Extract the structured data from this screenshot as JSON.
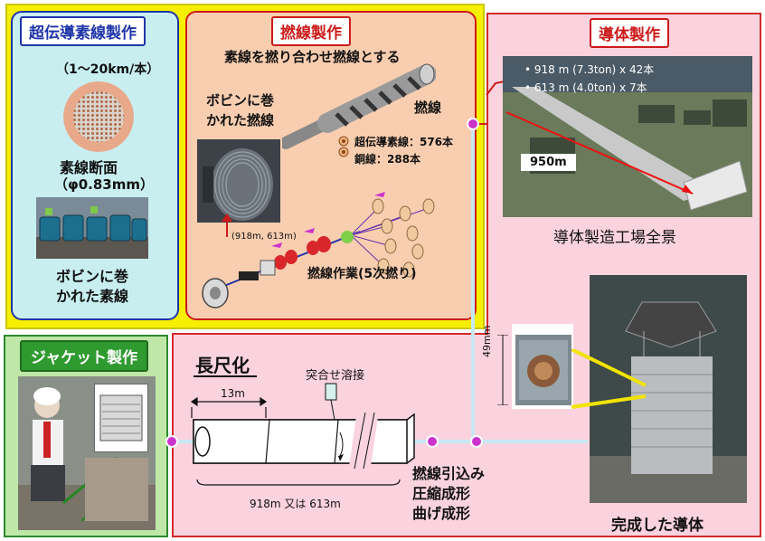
{
  "strand_panel": {
    "title": "超伝導素線製作",
    "length_note": "（1～20km/本）",
    "cross_section_label": "素線断面",
    "diameter_label": "（φ0.83mm）",
    "bobbin_label_line1": "ボビンに巻",
    "bobbin_label_line2": "かれた素線"
  },
  "cable_panel": {
    "title": "撚線製作",
    "subtitle": "素線を撚り合わせ撚線とする",
    "cable_label": "撚線",
    "bobbin_label_line1": "ボビンに巻",
    "bobbin_label_line2": "かれた撚線",
    "sc_strand_count": "超伝導素線：576本",
    "cu_strand_count": "銅線：288本",
    "lengths_note": "(918m, 613m)",
    "process_label": "撚線作業(5次撚り)"
  },
  "conductor_panel": {
    "title": "導体製作",
    "spec_line1": "918 m (7.3ton) x  42本",
    "spec_line2": "613 m (4.0ton) x   7本",
    "distance_label": "950m",
    "factory_caption": "導体製造工場全景",
    "dimension_label": "49mm",
    "finished_caption": "完成した導体"
  },
  "jacket_panel": {
    "title": "ジャケット製作"
  },
  "elongation_panel": {
    "title": "長尺化",
    "weld_label": "突合せ溶接",
    "segment_label": "13m",
    "total_length_label": "918m 又は 613m",
    "step1": "撚線引込み",
    "step2": "圧縮成形",
    "step3": "曲げ成形"
  },
  "colors": {
    "yellow": "#f6ef00",
    "strand_bg": "#c8eef0",
    "strand_border": "#1f35a8",
    "cable_bg": "#f9ceb0",
    "red_border": "#cc1a1a",
    "pink": "#fad3df",
    "green": "#2f9a2f",
    "connector": "#c8e8f4",
    "node": "#cc33cc"
  }
}
